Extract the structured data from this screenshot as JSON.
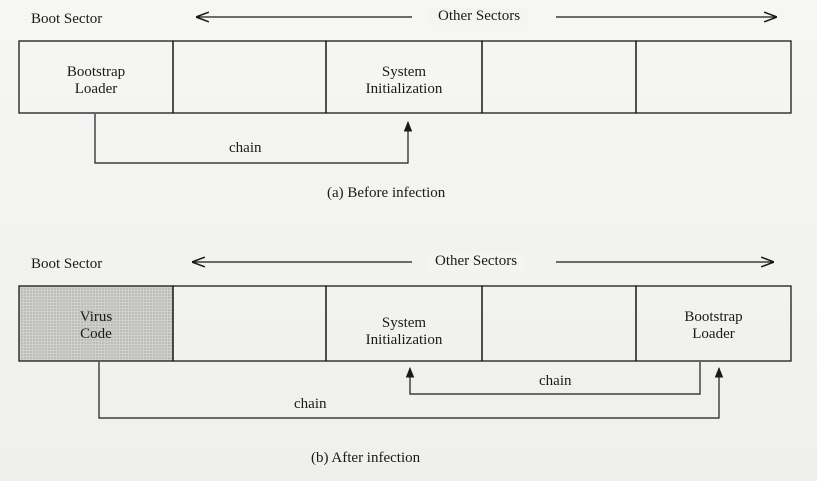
{
  "figure_a": {
    "boot_sector_label": "Boot Sector",
    "other_sectors_label": "Other Sectors",
    "cells": [
      {
        "line1": "Bootstrap",
        "line2": "Loader"
      },
      {
        "line1": "",
        "line2": ""
      },
      {
        "line1": "System",
        "line2": "Initialization"
      },
      {
        "line1": "",
        "line2": ""
      },
      {
        "line1": "",
        "line2": ""
      }
    ],
    "chain_label": "chain",
    "caption": "(a)  Before infection"
  },
  "figure_b": {
    "boot_sector_label": "Boot Sector",
    "other_sectors_label": "Other Sectors",
    "cells": [
      {
        "line1": "Virus",
        "line2": "Code"
      },
      {
        "line1": "",
        "line2": ""
      },
      {
        "line1": "System",
        "line2": "Initialization"
      },
      {
        "line1": "",
        "line2": ""
      },
      {
        "line1": "Bootstrap",
        "line2": "Loader"
      }
    ],
    "chain_inner_label": "chain",
    "chain_outer_label": "chain",
    "caption": "(b)  After infection"
  },
  "colors": {
    "virus_fill": "#c9c9c6",
    "line": "#1a1a1a"
  }
}
